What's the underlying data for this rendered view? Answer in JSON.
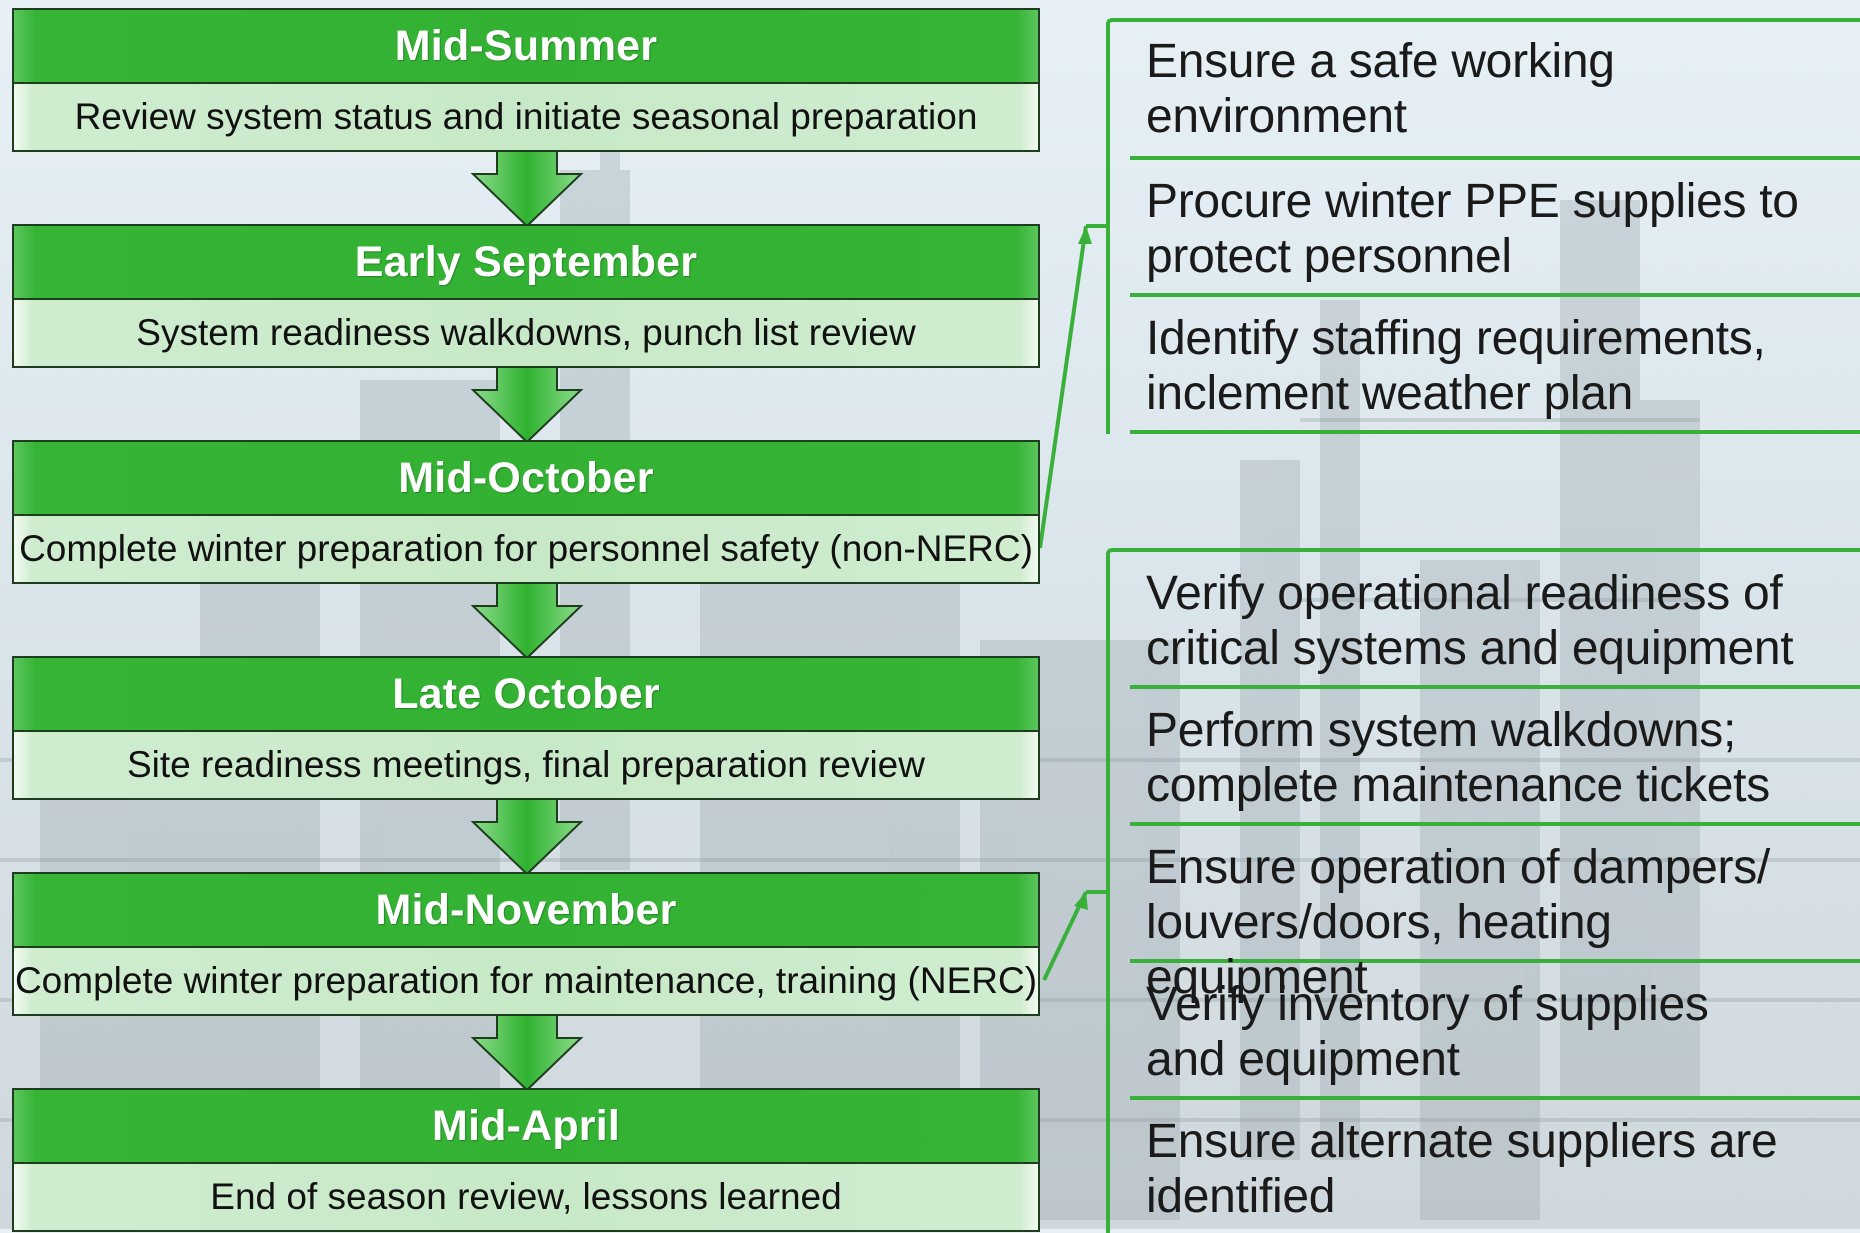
{
  "stages": [
    {
      "title": "Mid-Summer",
      "description": "Review system status and initiate seasonal preparation"
    },
    {
      "title": "Early September",
      "description": "System readiness walkdowns, punch list review"
    },
    {
      "title": "Mid-October",
      "description": "Complete winter preparation for personnel safety (non-NERC)"
    },
    {
      "title": "Late October",
      "description": "Site readiness meetings, final preparation review"
    },
    {
      "title": "Mid-November",
      "description": "Complete winter preparation for maintenance, training (NERC)"
    },
    {
      "title": "Mid-April",
      "description": "End of season review, lessons learned"
    }
  ],
  "personnel_panel": {
    "items": [
      "Ensure a safe working environment",
      "Procure winter PPE supplies to protect personnel",
      "Identify staffing requirements, inclement weather plan"
    ]
  },
  "maintenance_panel": {
    "items": [
      "Verify operational readiness of critical systems and equipment",
      "Perform system walkdowns; complete maintenance tickets",
      "Ensure operation of dampers/ louvers/doors, heating equipment",
      "Verify inventory of supplies and equipment",
      "Ensure alternate suppliers are identified"
    ]
  },
  "colors": {
    "stage_header": "#33b133",
    "stage_body": "#c8e9c8",
    "panel_border": "#39b03a",
    "arrow": "#3cbe3c"
  }
}
